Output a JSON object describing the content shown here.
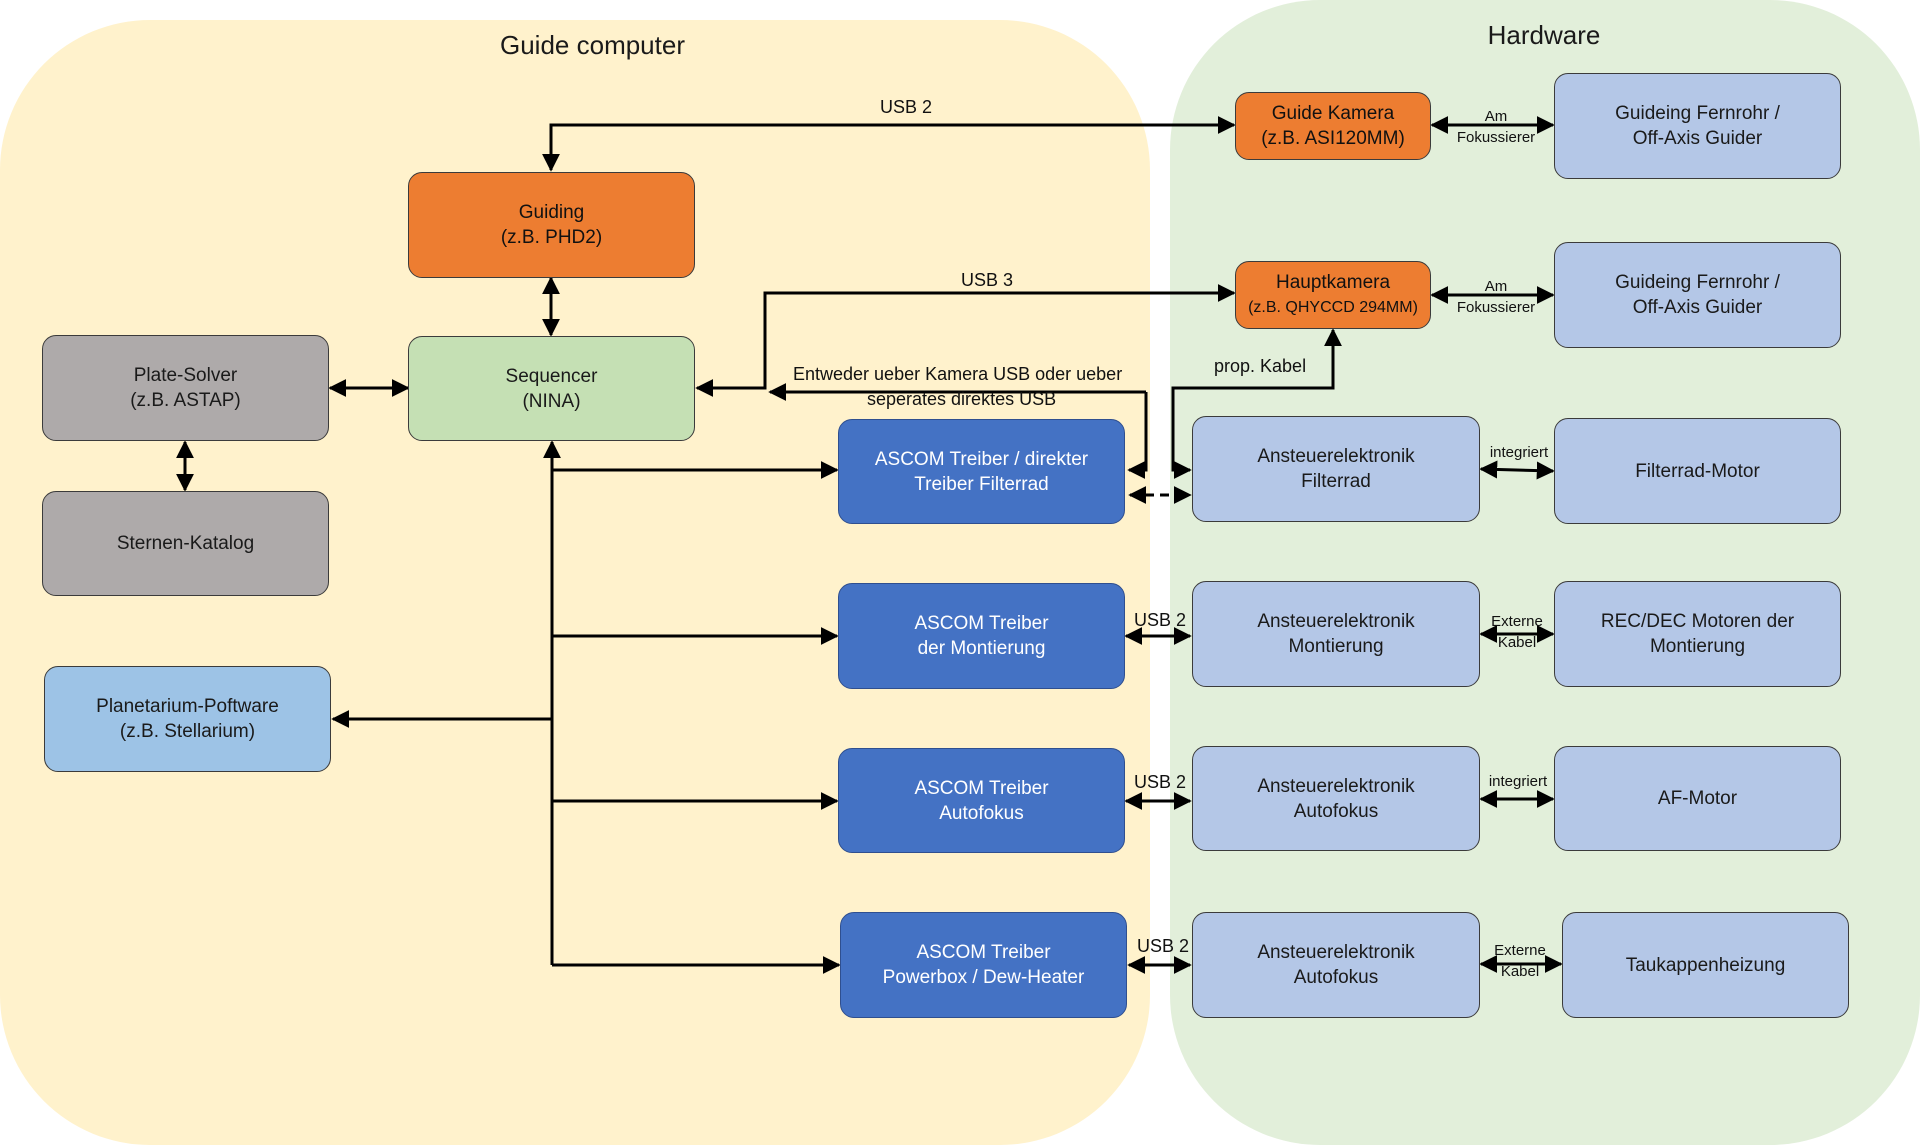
{
  "regions": {
    "guide_computer": {
      "title": "Guide computer",
      "color": "#fff2cc"
    },
    "hardware": {
      "title": "Hardware",
      "color": "#e2efda"
    }
  },
  "boxes": {
    "guiding": {
      "line1": "Guiding",
      "line2": "(z.B. PHD2)"
    },
    "sequencer": {
      "line1": "Sequencer",
      "line2": "(NINA)"
    },
    "plate_solver": {
      "line1": "Plate-Solver",
      "line2": "(z.B. ASTAP)"
    },
    "sternen_katalog": {
      "line1": "Sternen-Katalog"
    },
    "planetarium": {
      "line1": "Planetarium-Poftware",
      "line2": "(z.B. Stellarium)"
    },
    "ascom_filterrad": {
      "line1": "ASCOM Treiber / direkter",
      "line2": "Treiber Filterrad"
    },
    "ascom_montierung": {
      "line1": "ASCOM Treiber",
      "line2": "der Montierung"
    },
    "ascom_autofokus": {
      "line1": "ASCOM Treiber",
      "line2": "Autofokus"
    },
    "ascom_powerbox": {
      "line1": "ASCOM Treiber",
      "line2": "Powerbox / Dew-Heater"
    },
    "guide_kamera": {
      "line1": "Guide Kamera",
      "line2": "(z.B. ASI120MM)"
    },
    "hauptkamera": {
      "line1": "Hauptkamera",
      "line2": "(z.B. QHYCCD 294MM)"
    },
    "fernrohr_1": {
      "line1": "Guideing Fernrohr /",
      "line2": "Off-Axis Guider"
    },
    "fernrohr_2": {
      "line1": "Guideing Fernrohr /",
      "line2": "Off-Axis Guider"
    },
    "elektronik_filterrad": {
      "line1": "Ansteuerelektronik",
      "line2": "Filterrad"
    },
    "elektronik_montierung": {
      "line1": "Ansteuerelektronik",
      "line2": "Montierung"
    },
    "elektronik_autofokus": {
      "line1": "Ansteuerelektronik",
      "line2": "Autofokus"
    },
    "elektronik_autofokus_2": {
      "line1": "Ansteuerelektronik",
      "line2": "Autofokus"
    },
    "filterrad_motor": {
      "line1": "Filterrad-Motor"
    },
    "rec_dec_motoren": {
      "line1": "REC/DEC Motoren der",
      "line2": "Montierung"
    },
    "af_motor": {
      "line1": "AF-Motor"
    },
    "taukappenheizung": {
      "line1": "Taukappenheizung"
    }
  },
  "labels": {
    "usb2_top": "USB 2",
    "usb3": "USB 3",
    "entweder_line1": "Entweder ueber Kamera USB oder ueber",
    "entweder_line2": "seperates direktes USB",
    "prop_kabel": "prop. Kabel",
    "usb2_montierung": "USB 2",
    "usb2_autofokus": "USB 2",
    "usb2_powerbox": "USB 2",
    "am_fok_1_line1": "Am",
    "am_fok_1_line2": "Fokussierer",
    "am_fok_2_line1": "Am",
    "am_fok_2_line2": "Fokussierer",
    "integriert_1": "integriert",
    "integriert_2": "integriert",
    "externe_1_line1": "Externe",
    "externe_1_line2": "Kabel",
    "externe_2_line1": "Externe",
    "externe_2_line2": "Kabel"
  }
}
